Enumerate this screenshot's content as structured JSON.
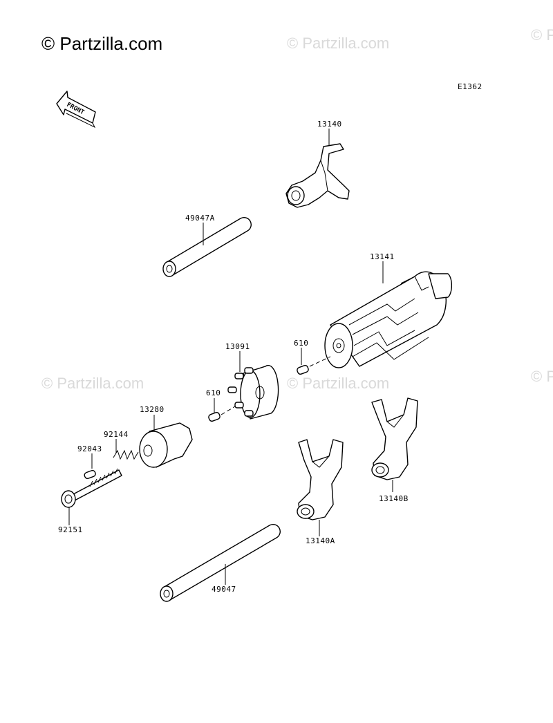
{
  "watermark": {
    "main": "© Partzilla.com",
    "faint": "© Partzilla.com"
  },
  "diagram_code": "E1362",
  "front_arrow": {
    "label": "FRONT"
  },
  "parts": [
    {
      "number": "13140"
    },
    {
      "number": "49047A"
    },
    {
      "number": "13141"
    },
    {
      "number": "13091"
    },
    {
      "number": "610"
    },
    {
      "number": "610"
    },
    {
      "number": "13280"
    },
    {
      "number": "92144"
    },
    {
      "number": "92043"
    },
    {
      "number": "92151"
    },
    {
      "number": "13140A"
    },
    {
      "number": "13140B"
    },
    {
      "number": "49047"
    }
  ]
}
